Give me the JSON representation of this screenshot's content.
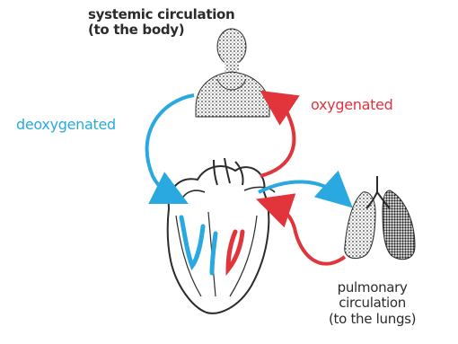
{
  "labels": {
    "systemic_line1": "systemic circulation",
    "systemic_line2": "(to the body)",
    "deoxygenated": "deoxygenated",
    "oxygenated": "oxygenated",
    "pulmonary_line1": "pulmonary",
    "pulmonary_line2": "circulation",
    "pulmonary_line3": "(to the lungs)"
  },
  "colors": {
    "deoxygenated": "#29a9e0",
    "oxygenated": "#e1343b",
    "ink": "#2b2b2b"
  }
}
